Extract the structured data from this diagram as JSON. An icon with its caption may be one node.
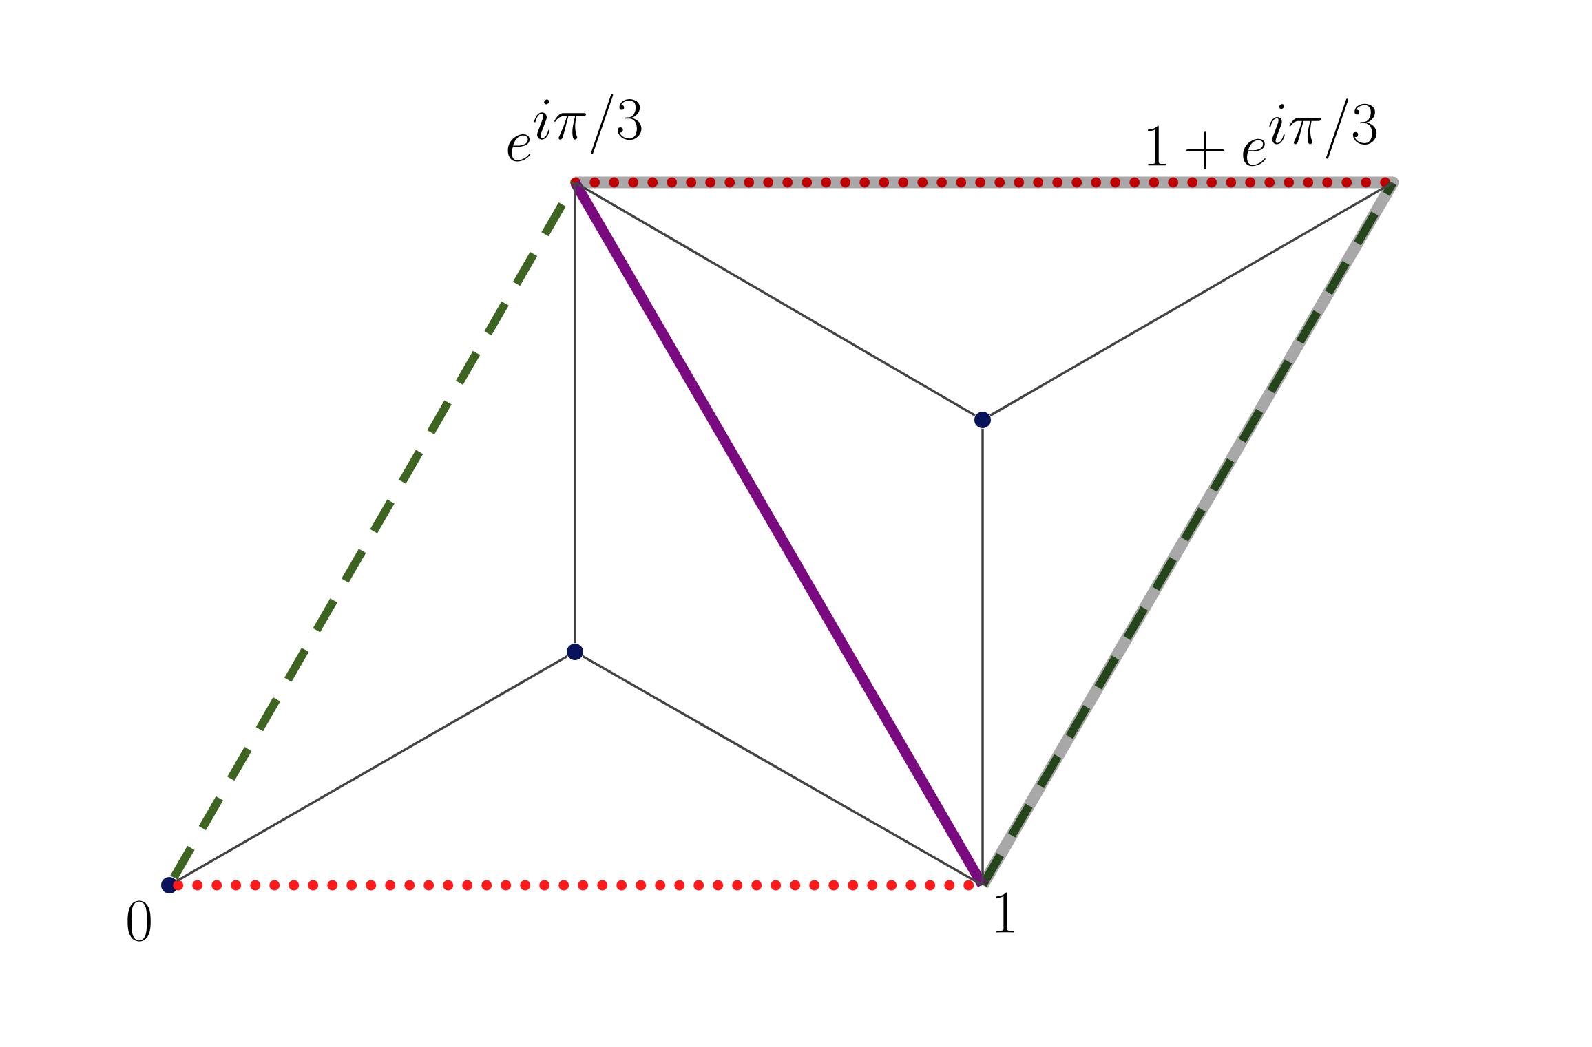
{
  "diagram": {
    "nodes": [
      {
        "text": [
          "0"
        ]
      },
      {
        "text": [
          "1"
        ]
      },
      {
        "text": [
          "e^{i\\pi/3}"
        ]
      },
      {
        "text": [
          "1+e^{i\\pi/3}"
        ]
      },
      {
        "text": [],
        "shape": "circle"
      },
      {
        "text": [],
        "shape": "circle"
      }
    ],
    "edges": [
      {
        "from": 0,
        "to": 1,
        "arrow": "none",
        "style": "dashed",
        "color": "#ff1a1a"
      },
      {
        "from": 2,
        "to": 3,
        "arrow": "none",
        "style": "dashed",
        "color": "#c00000"
      },
      {
        "from": 1,
        "to": 3,
        "arrow": "none",
        "style": "dashed",
        "color": "#24461a"
      },
      {
        "from": 0,
        "to": 2,
        "arrow": "none",
        "style": "dashed",
        "color": "#3d6421"
      },
      {
        "from": 2,
        "to": 1,
        "arrow": "none",
        "style": "thick",
        "color": "#7a0a80"
      },
      {
        "from": 0,
        "to": 4,
        "arrow": "none"
      },
      {
        "from": 4,
        "to": 2,
        "arrow": "none"
      },
      {
        "from": 4,
        "to": 1,
        "arrow": "none"
      },
      {
        "from": 2,
        "to": 5,
        "arrow": "none"
      },
      {
        "from": 5,
        "to": 3,
        "arrow": "none"
      },
      {
        "from": 5,
        "to": 1,
        "arrow": "none"
      }
    ]
  }
}
